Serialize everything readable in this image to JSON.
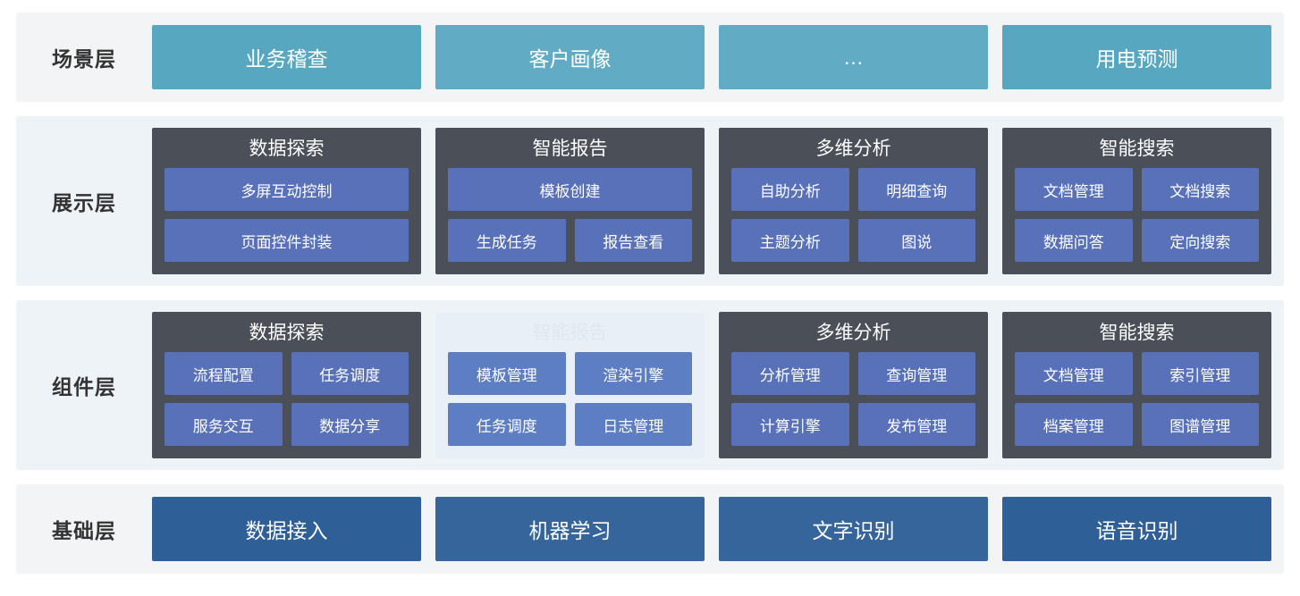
{
  "layers": [
    {
      "label": "场景层",
      "kind": "scene",
      "cards": [
        {
          "title": "业务稽查"
        },
        {
          "title": "客户画像"
        },
        {
          "title": "…"
        },
        {
          "title": "用电预测"
        }
      ]
    },
    {
      "label": "展示层",
      "kind": "groups",
      "groups": [
        {
          "title": "数据探索",
          "ghost": false,
          "rows": [
            [
              "多屏互动控制"
            ],
            [
              "页面控件封装"
            ]
          ]
        },
        {
          "title": "智能报告",
          "ghost": false,
          "rows": [
            [
              "模板创建"
            ],
            [
              "生成任务",
              "报告查看"
            ]
          ]
        },
        {
          "title": "多维分析",
          "ghost": false,
          "rows": [
            [
              "自助分析",
              "明细查询"
            ],
            [
              "主题分析",
              "图说"
            ]
          ]
        },
        {
          "title": "智能搜索",
          "ghost": false,
          "rows": [
            [
              "文档管理",
              "文档搜索"
            ],
            [
              "数据问答",
              "定向搜索"
            ]
          ]
        }
      ]
    },
    {
      "label": "组件层",
      "kind": "groups",
      "groups": [
        {
          "title": "数据探索",
          "ghost": false,
          "rows": [
            [
              "流程配置",
              "任务调度"
            ],
            [
              "服务交互",
              "数据分享"
            ]
          ]
        },
        {
          "title": "智能报告",
          "ghost": true,
          "rows": [
            [
              "模板管理",
              "渲染引擎"
            ],
            [
              "任务调度",
              "日志管理"
            ]
          ]
        },
        {
          "title": "多维分析",
          "ghost": false,
          "rows": [
            [
              "分析管理",
              "查询管理"
            ],
            [
              "计算引擎",
              "发布管理"
            ]
          ]
        },
        {
          "title": "智能搜索",
          "ghost": false,
          "rows": [
            [
              "文档管理",
              "索引管理"
            ],
            [
              "档案管理",
              "图谱管理"
            ]
          ]
        }
      ]
    },
    {
      "label": "基础层",
      "kind": "base",
      "cards": [
        {
          "title": "数据接入"
        },
        {
          "title": "机器学习"
        },
        {
          "title": "文字识别"
        },
        {
          "title": "语音识别"
        }
      ]
    }
  ],
  "colors": {
    "scene_card": "#58a7c0",
    "group_dark": "#4a4f58",
    "group_ghost": "#e9eff6",
    "chip": "#5871b9",
    "base_card": "#2e5f96",
    "band_scene": "#f2f4f6",
    "band_mid": "#eef3f8"
  }
}
